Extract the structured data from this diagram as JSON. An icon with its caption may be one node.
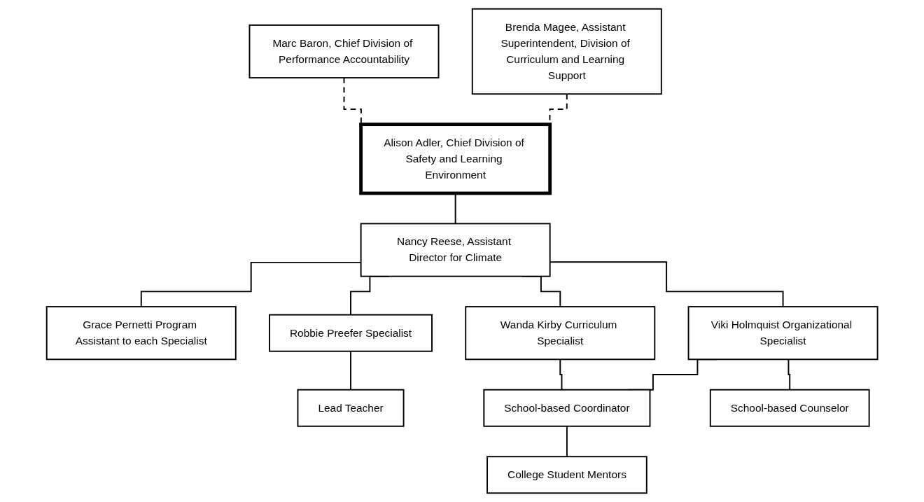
{
  "diagram": {
    "nodes": [
      {
        "text": [
          "Marc Baron, Chief Division of Performance Accountability"
        ]
      },
      {
        "text": [
          "Alison Adler, Chief Division of Safety and Learning Environment"
        ]
      },
      {
        "text": [
          "Brenda Magee, Assistant Superintendent, Division of Curriculum and Learning Support"
        ]
      },
      {
        "text": [
          "Nancy Reese, Assistant Director for Climate"
        ]
      },
      {
        "text": [
          "Grace Pernetti Program Assistant to each Specialist"
        ]
      },
      {
        "text": [
          "Robbie Preefer Specialist"
        ]
      },
      {
        "text": [
          "Wanda Kirby Curriculum Specialist"
        ]
      },
      {
        "text": [
          "Viki Holmquist Organizational Specialist"
        ]
      },
      {
        "text": [
          "Lead Teacher"
        ]
      },
      {
        "text": [
          "School-based Coordinator"
        ]
      },
      {
        "text": [
          "School-based Counselor"
        ]
      },
      {
        "text": [
          "College Student Mentors"
        ]
      }
    ],
    "edges": [
      {
        "from": 0,
        "to": 1,
        "arrow": "none",
        "style": "dashed"
      },
      {
        "from": 1,
        "to": 2,
        "arrow": "none",
        "style": "dashed"
      },
      {
        "from": 1,
        "to": 3,
        "arrow": "none"
      },
      {
        "from": 3,
        "to": 4,
        "arrow": "none"
      },
      {
        "from": 3,
        "to": 5,
        "arrow": "none"
      },
      {
        "from": 3,
        "to": 6,
        "arrow": "none"
      },
      {
        "from": 3,
        "to": 7,
        "arrow": "none"
      },
      {
        "from": 5,
        "to": 8,
        "arrow": "none"
      },
      {
        "from": 6,
        "to": 9,
        "arrow": "none"
      },
      {
        "from": 7,
        "to": 9,
        "arrow": "none"
      },
      {
        "from": 7,
        "to": 10,
        "arrow": "none"
      },
      {
        "from": 9,
        "to": 11,
        "arrow": "none"
      }
    ]
  }
}
